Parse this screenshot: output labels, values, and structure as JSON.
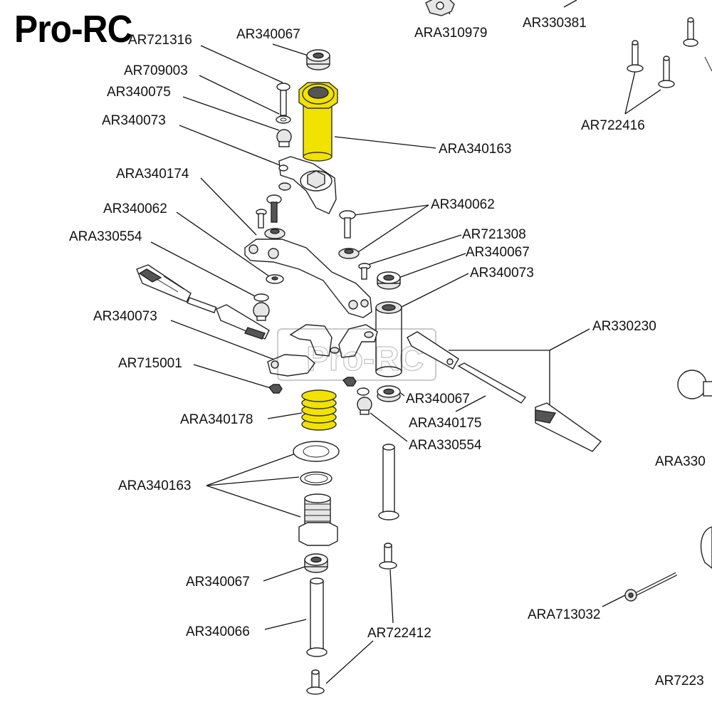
{
  "brand": "Pro-RC",
  "labels": {
    "ar721316": "AR721316",
    "ar340067_top": "AR340067",
    "ara310979": "ARA310979",
    "ar330381": "AR330381",
    "ar709003": "AR709003",
    "ar340075": "AR340075",
    "ar340073_top": "AR340073",
    "ara340163_top": "ARA340163",
    "ar722416": "AR722416",
    "ara340174": "ARA340174",
    "ar340062_left": "AR340062",
    "ar340062_right": "AR340062",
    "ara330554_left": "ARA330554",
    "ar721308": "AR721308",
    "ar340067_mid": "AR340067",
    "ar340073_right": "AR340073",
    "ar340073_left": "AR340073",
    "ar330230": "AR330230",
    "ar715001": "AR715001",
    "ar340067_low": "AR340067",
    "ara340178": "ARA340178",
    "ara340175": "ARA340175",
    "ara330554_low": "ARA330554",
    "ara330_cut": "ARA330",
    "ara340163_low": "ARA340163",
    "ar340067_bottom": "AR340067",
    "ara713032": "ARA713032",
    "ar340066": "AR340066",
    "ar722412": "AR722412",
    "ar7223_cut": "AR7223"
  },
  "colors": {
    "highlight": "#f2e200",
    "line": "#111111"
  }
}
